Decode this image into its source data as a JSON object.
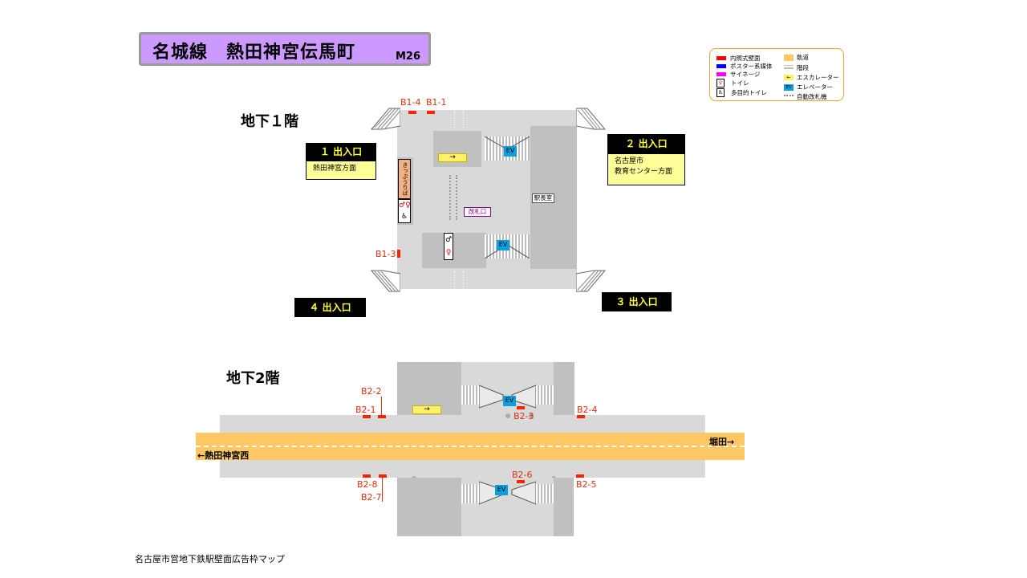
{
  "title": {
    "text": "名城線　熱田神宮伝馬町",
    "code": "M26"
  },
  "legend": {
    "items_left": [
      {
        "label": "内照式壁面",
        "color": "#ff0000"
      },
      {
        "label": "ポスター系媒体",
        "color": "#0000ff"
      },
      {
        "label": "サイネージ",
        "color": "#ff00ff"
      },
      {
        "label": "トイレ",
        "icon": "toilet-icon"
      },
      {
        "label": "多目的トイレ",
        "icon": "accessible-toilet-icon"
      }
    ],
    "items_right": [
      {
        "label": "軌道",
        "icon": "track-icon"
      },
      {
        "label": "階段",
        "icon": "stairs-icon"
      },
      {
        "label": "エスカレーター",
        "icon": "escalator-icon"
      },
      {
        "label": "エレベーター",
        "icon": "elevator-icon"
      },
      {
        "label": "自動改札機",
        "icon": "gate-icon"
      }
    ]
  },
  "floor_b1": {
    "label": "地下１階",
    "exits": [
      {
        "head": "１ 出入口",
        "body": [
          "熱田神宮方面"
        ]
      },
      {
        "head": "２ 出入口",
        "body": [
          "名古屋市",
          "教育センター方面"
        ]
      },
      {
        "head": "３ 出入口"
      },
      {
        "head": "４ 出入口"
      }
    ],
    "ads": [
      "B1-4",
      "B1-1",
      "B1-3"
    ],
    "labels": {
      "ticket_gate": "改札口",
      "station_office": "駅長室",
      "ticket_machine": "きっぷうりば",
      "ev": "EV"
    }
  },
  "floor_b2": {
    "label": "地下2階",
    "ads": [
      "B2-2",
      "B2-1",
      "B2-3",
      "B2-4",
      "B2-6",
      "B2-8",
      "B2-7",
      "B2-5"
    ],
    "directions": {
      "right": "堀田→",
      "left": "←熱田神宮西"
    },
    "ev": "EV"
  },
  "footer": "名古屋市営地下鉄駅壁面広告枠マップ"
}
